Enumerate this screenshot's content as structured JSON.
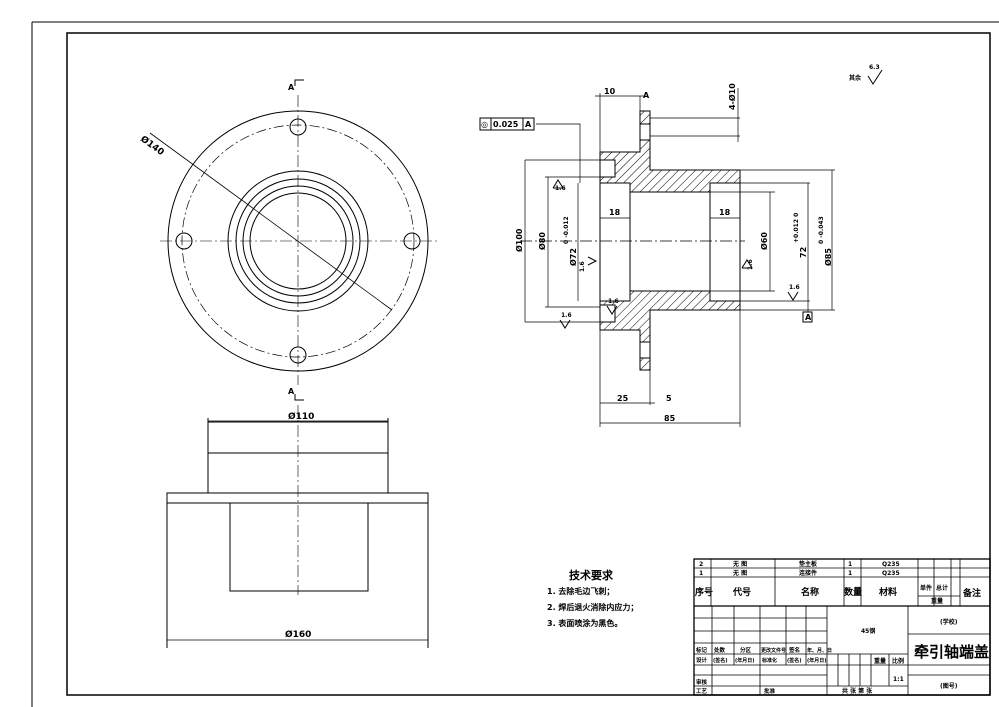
{
  "drawing": {
    "dims": {
      "d140": "Ø140",
      "d110": "Ø110",
      "d160": "Ø160",
      "d100": "Ø100",
      "d80": "Ø80",
      "d72": "Ø72",
      "d72_tol": "0 -0.012",
      "d60": "Ø60",
      "d72b": "72",
      "d72b_tol": "+0.012 0",
      "d85": "Ø85",
      "d85_tol": "0 -0.043",
      "l10": "10",
      "l18a": "18",
      "l18b": "18",
      "l25": "25",
      "l5": "5",
      "l85": "85",
      "holes": "4-Ø10",
      "section_a": "A",
      "datum": "A"
    },
    "tolerance_frame": {
      "symbol": "◎",
      "value": "0.025",
      "datum": "A"
    },
    "roughness": {
      "rest_label": "其余",
      "rest_value": "6.3",
      "r1": "1.6",
      "r2": "1.6",
      "r3": "1.6",
      "r4": "1.6",
      "r5": "1.6",
      "r6": "1.6"
    },
    "tech_requirements": {
      "title": "技术要求",
      "items": [
        "1. 去除毛边飞刺；",
        "2. 焊后退火消除内应力；",
        "3. 表面喷涂为黑色。"
      ]
    }
  },
  "title_block": {
    "parts": [
      {
        "no": "2",
        "code": "无 图",
        "name": "垫主板",
        "qty": "1",
        "material": "Q235"
      },
      {
        "no": "1",
        "code": "无 图",
        "name": "连接件",
        "qty": "1",
        "material": "Q235"
      }
    ],
    "headers": {
      "no": "序号",
      "code": "代号",
      "name": "名称",
      "qty": "数量",
      "material": "材料",
      "single": "单件",
      "total": "总计",
      "weight": "重量",
      "remark": "备注"
    },
    "revision_headers": [
      "标记",
      "处数",
      "分区",
      "更改文件号",
      "签名",
      "年、月、日"
    ],
    "design_row": [
      "设计",
      "(签名)",
      "(年月日)",
      "标准化",
      "(签名)",
      "(年月日)"
    ],
    "review": "审核",
    "process": "工艺",
    "approve": "批准",
    "material": "45钢",
    "weight_label": "重量",
    "scale_label": "比例",
    "scale": "1:1",
    "sheets": "共 张 第 张",
    "school": "(学校)",
    "part_name": "牵引轴端盖",
    "drawing_no": "(图号)"
  }
}
